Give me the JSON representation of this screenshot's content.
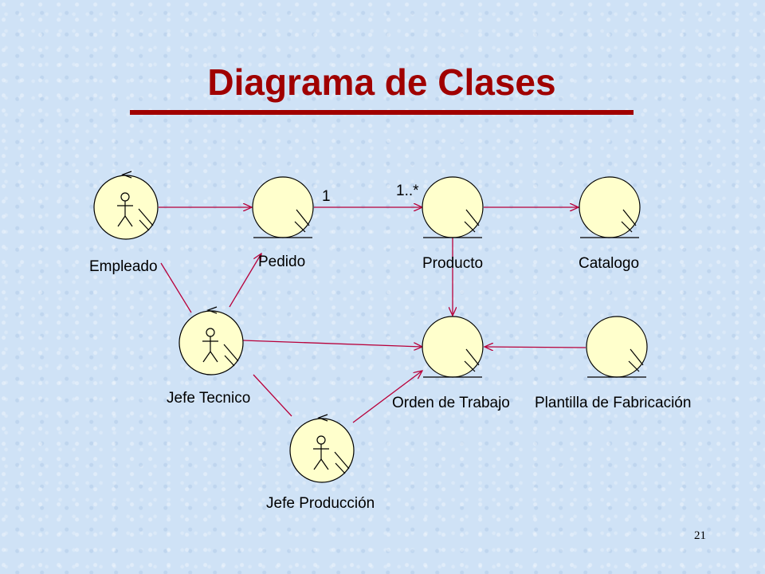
{
  "slide": {
    "title": "Diagrama de Clases",
    "page_number": "21"
  },
  "diagram": {
    "nodes": [
      {
        "id": "empleado",
        "label": "Empleado",
        "kind": "actor-class"
      },
      {
        "id": "jefe_tecnico",
        "label": "Jefe Tecnico",
        "kind": "actor-class"
      },
      {
        "id": "jefe_produccion",
        "label": "Jefe Producción",
        "kind": "actor-class"
      },
      {
        "id": "pedido",
        "label": "Pedido",
        "kind": "entity"
      },
      {
        "id": "producto",
        "label": "Producto",
        "kind": "entity"
      },
      {
        "id": "catalogo",
        "label": "Catalogo",
        "kind": "entity"
      },
      {
        "id": "orden_trabajo",
        "label": "Orden de Trabajo",
        "kind": "entity"
      },
      {
        "id": "plantilla_fabricacion",
        "label": "Plantilla de Fabricación",
        "kind": "entity"
      }
    ],
    "edges": [
      {
        "from": "empleado",
        "to": "pedido",
        "arrow": true
      },
      {
        "from": "pedido",
        "to": "producto",
        "arrow": true,
        "source_multiplicity": "1",
        "target_multiplicity": "1..*"
      },
      {
        "from": "producto",
        "to": "catalogo",
        "arrow": true
      },
      {
        "from": "producto",
        "to": "orden_trabajo",
        "arrow": true
      },
      {
        "from": "plantilla_fabricacion",
        "to": "orden_trabajo",
        "arrow": true
      },
      {
        "from": "empleado",
        "to": "jefe_tecnico",
        "arrow": false
      },
      {
        "from": "jefe_tecnico",
        "to": "pedido",
        "arrow": true
      },
      {
        "from": "jefe_tecnico",
        "to": "orden_trabajo",
        "arrow": true
      },
      {
        "from": "jefe_tecnico",
        "to": "jefe_produccion",
        "arrow": false
      },
      {
        "from": "jefe_produccion",
        "to": "orden_trabajo",
        "arrow": true
      }
    ],
    "colors": {
      "title": "#a00000",
      "edge": "#b8003a",
      "node_fill": "#ffffcc",
      "background": "#cfe2f6"
    }
  }
}
